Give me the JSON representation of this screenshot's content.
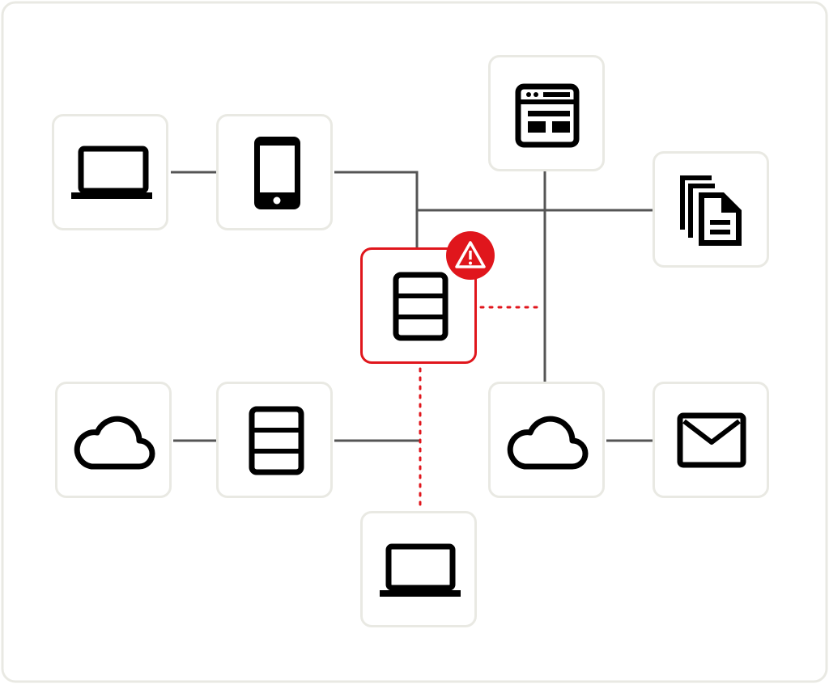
{
  "colors": {
    "frame_border": "#e9e9e3",
    "node_border": "#e9e9e3",
    "link": "#555555",
    "alert": "#e0161c",
    "icon": "#000000"
  },
  "nodes": [
    {
      "id": "laptop-1",
      "icon": "laptop-icon",
      "status": "normal"
    },
    {
      "id": "phone-1",
      "icon": "smartphone-icon",
      "status": "normal"
    },
    {
      "id": "browser-1",
      "icon": "browser-window-icon",
      "status": "normal"
    },
    {
      "id": "documents-1",
      "icon": "documents-icon",
      "status": "normal"
    },
    {
      "id": "server-alert",
      "icon": "server-icon",
      "status": "alert",
      "badge": "warning-icon"
    },
    {
      "id": "cloud-1",
      "icon": "cloud-icon",
      "status": "normal"
    },
    {
      "id": "server-2",
      "icon": "server-icon",
      "status": "normal"
    },
    {
      "id": "cloud-2",
      "icon": "cloud-icon",
      "status": "normal"
    },
    {
      "id": "mail-1",
      "icon": "mail-icon",
      "status": "normal"
    },
    {
      "id": "laptop-2",
      "icon": "laptop-icon",
      "status": "normal"
    }
  ],
  "links": [
    {
      "from": "laptop-1",
      "to": "phone-1",
      "style": "solid"
    },
    {
      "from": "phone-1",
      "to": "server-alert",
      "style": "solid"
    },
    {
      "from": "server-alert",
      "to": "documents-1",
      "style": "solid"
    },
    {
      "from": "browser-1",
      "to": "cloud-2",
      "style": "solid"
    },
    {
      "from": "server-alert",
      "to": "browser-1",
      "style": "dotted-alert"
    },
    {
      "from": "server-alert",
      "to": "laptop-2",
      "style": "dotted-alert"
    },
    {
      "from": "cloud-1",
      "to": "server-2",
      "style": "solid"
    },
    {
      "from": "server-2",
      "to": "laptop-2",
      "style": "solid"
    },
    {
      "from": "cloud-2",
      "to": "mail-1",
      "style": "solid"
    }
  ]
}
